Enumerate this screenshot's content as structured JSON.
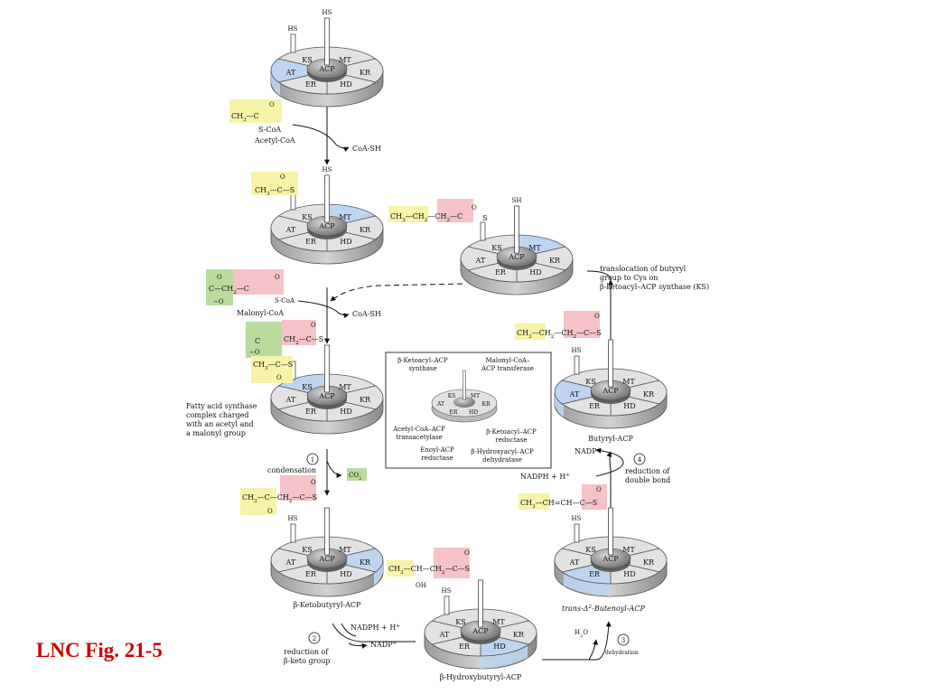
{
  "figure_caption": "LNC Fig. 21-5",
  "colors": {
    "yellow": "#f7f3a8",
    "pink": "#f5c2c7",
    "green": "#b9dc9e",
    "blue": "#bdd5ef",
    "disk": "#e2e2e2",
    "hub": "#8a8a8a"
  },
  "domains": [
    "KS",
    "MT",
    "KR",
    "HD",
    "ER",
    "AT"
  ],
  "hub_label": "ACP",
  "thiol": "HS",
  "thiol_free": "SH",
  "sulfur": "S",
  "atoms": {
    "oxygen": "O",
    "hydroxyl": "OH",
    "oxyanion": "O",
    "charge": "−"
  },
  "groups": {
    "ch3": "CH3",
    "ch2": "CH2",
    "ch": "CH",
    "c": "C",
    "scoa": "S-CoA",
    "co2": "CO2"
  },
  "bonds": {
    "single": "—"
  },
  "molecules": {
    "acetyl_coa": "Acetyl-CoA",
    "coa_sh": "CoA-SH",
    "coa_sh_2": "CoA-SH",
    "malonyl_coa": "Malonyl-CoA"
  },
  "complex_label": [
    "Fatty acid synthase",
    "complex charged",
    "with an acetyl and",
    "a malonyl group"
  ],
  "steps": {
    "s1_num": "1",
    "s1_label": "condensation",
    "s2_num": "2",
    "s2_label": [
      "reduction of",
      "β-keto group"
    ],
    "s3_num": "3",
    "s3_label": "dehydration",
    "s4_num": "4",
    "s4_label": [
      "reduction of",
      "double bond"
    ]
  },
  "cofactors": {
    "nadph_h": "NADPH + H+",
    "nadp": "NADP+",
    "h2o": "H2O",
    "co2": "CO2"
  },
  "intermediates": {
    "ketobutyryl": "β-Ketobutyryl-ACP",
    "hydroxybutyryl": "β-Hydroxybutyryl-ACP",
    "butenoyl": "trans-Δ2-Butenoyl-ACP",
    "butyryl": "Butyryl-ACP"
  },
  "translocation_label": [
    "translocation of butyryl",
    "group to Cys on",
    "β-ketoacyl–ACP synthase (KS)"
  ],
  "legend": {
    "ks": [
      "β-Ketoacyl–ACP",
      "synthase"
    ],
    "mt": [
      "Malonyl-CoA–",
      "ACP transferase"
    ],
    "at": [
      "Acetyl-CoA–ACP",
      "transacetylase"
    ],
    "kr": [
      "β-Ketoacyl–ACP",
      "reductase"
    ],
    "er": [
      "Enoyl-ACP",
      "reductase"
    ],
    "hd": [
      "β-Hydroxyacyl–ACP",
      "dehydratase"
    ]
  }
}
